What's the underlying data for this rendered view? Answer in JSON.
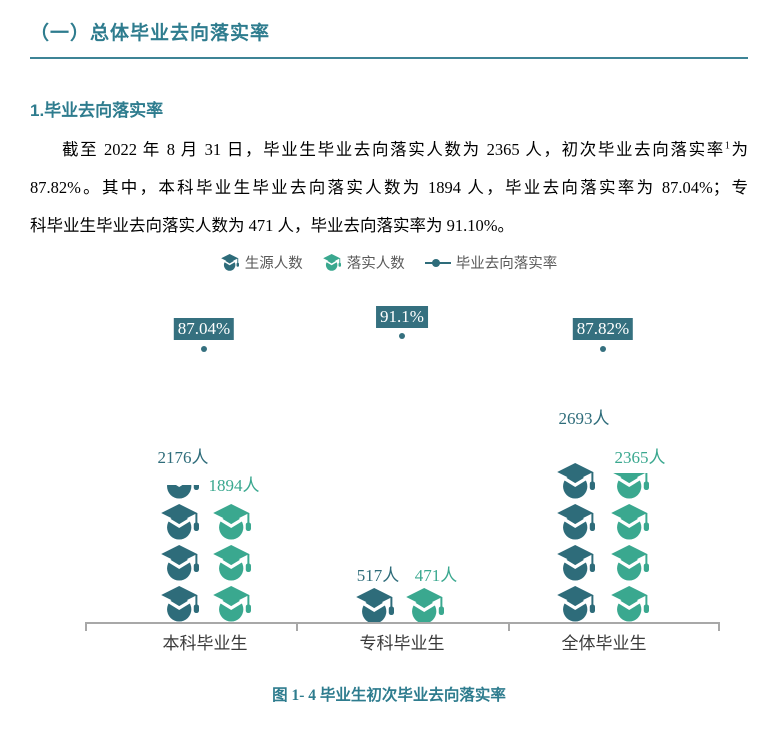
{
  "document": {
    "heading": "（一）总体毕业去向落实率",
    "section_title": "1.毕业去向落实率",
    "paragraph": {
      "line1_main": "截至 2022 年 8 月 31 日，毕业生毕业去向落实人数为 2365 人，初次毕业去向落实率",
      "line1_sup": "1",
      "line1_end": "为",
      "line2": "87.82%。其中，本科毕业生毕业去向落实人数为 1894 人，毕业去向落实率为 87.04%；专",
      "line3": "科毕业生毕业去向落实人数为 471 人，毕业去向落实率为 91.10%。"
    },
    "figure_caption": "图 1- 4 毕业生初次毕业去向落实率"
  },
  "legend": {
    "items": [
      {
        "label": "生源人数",
        "marker": "graduation-cap",
        "color": "#2e6c7a"
      },
      {
        "label": "落实人数",
        "marker": "graduation-cap",
        "color": "#3aa88f"
      },
      {
        "label": "毕业去向落实率",
        "marker": "line-dot",
        "color": "#2e6c7a"
      }
    ]
  },
  "chart_data": {
    "type": "bar",
    "subtype": "pictogram-bars-with-line-markers",
    "icon": "graduation-cap",
    "categories": [
      "本科毕业生",
      "专科毕业生",
      "全体毕业生"
    ],
    "series": [
      {
        "name": "生源人数",
        "type": "pictogram-bar",
        "color": "#2e6c7a",
        "values": [
          2176,
          517,
          2693
        ],
        "value_labels": [
          "2176人",
          "517人",
          "2693人"
        ]
      },
      {
        "name": "落实人数",
        "type": "pictogram-bar",
        "color": "#3aa88f",
        "values": [
          1894,
          471,
          2365
        ],
        "value_labels": [
          "1894人",
          "471人",
          "2365人"
        ]
      },
      {
        "name": "毕业去向落实率",
        "type": "line",
        "color": "#35707f",
        "values": [
          87.04,
          91.1,
          87.82
        ],
        "value_labels": [
          "87.04%",
          "91.1%",
          "87.82%"
        ]
      }
    ],
    "ylim": [
      0,
      3000
    ],
    "grid": false,
    "legend_position": "top-center"
  },
  "colors": {
    "heading_teal": "#2e7c8e",
    "series_dark": "#2e6c7a",
    "series_light": "#3aa88f",
    "rate_label_bg": "#35707f",
    "axis_gray": "#a8a8a8",
    "body_text": "#000000"
  }
}
